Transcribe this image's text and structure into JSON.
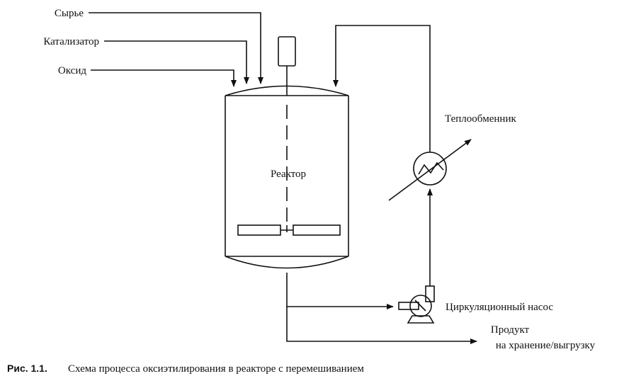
{
  "labels": {
    "raw": "Сырье",
    "catalyst": "Катализатор",
    "oxide": "Оксид",
    "reactor": "Реактор",
    "heat_exchanger": "Теплообменник",
    "pump": "Циркуляционный насос",
    "product_line1": "Продукт",
    "product_line2": "на хранение/выгрузку"
  },
  "caption": {
    "number": "Рис. 1.1.",
    "text": "Схема процесса оксиэтилирования в реакторе с перемешиванием"
  }
}
